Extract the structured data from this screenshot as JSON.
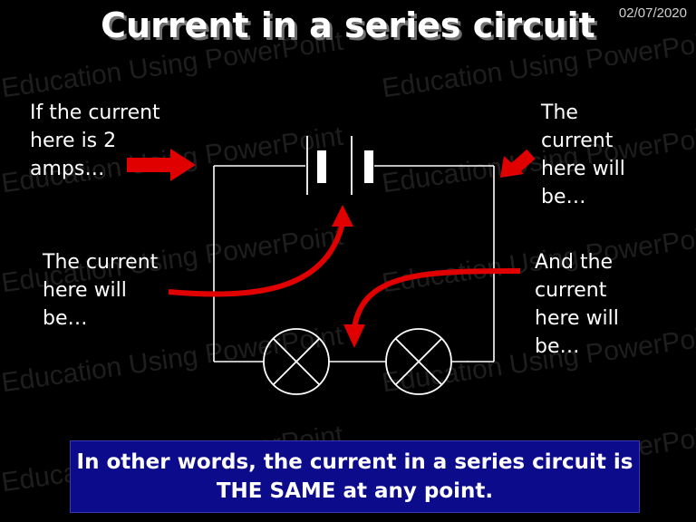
{
  "slide": {
    "date": "02/07/2020",
    "title": "Current in a series circuit",
    "watermark": "Education Using PowerPoint",
    "labels": {
      "top_left": "If the current\nhere is 2\namps…",
      "top_right": "The\ncurrent\nhere will\nbe…",
      "middle_left": "The current\nhere will\nbe…",
      "middle_right": "And the\ncurrent\nhere will\nbe…"
    },
    "conclusion": "In other words, the current in a series circuit is THE SAME at any point."
  },
  "colors": {
    "background": "#000000",
    "arrow": "#e00000",
    "conclusion_box": "#0b0b8c",
    "wire": "#ffffff"
  },
  "icons": [
    "cell-battery-icon",
    "lamp-bulb-icon",
    "red-arrow-icon"
  ]
}
